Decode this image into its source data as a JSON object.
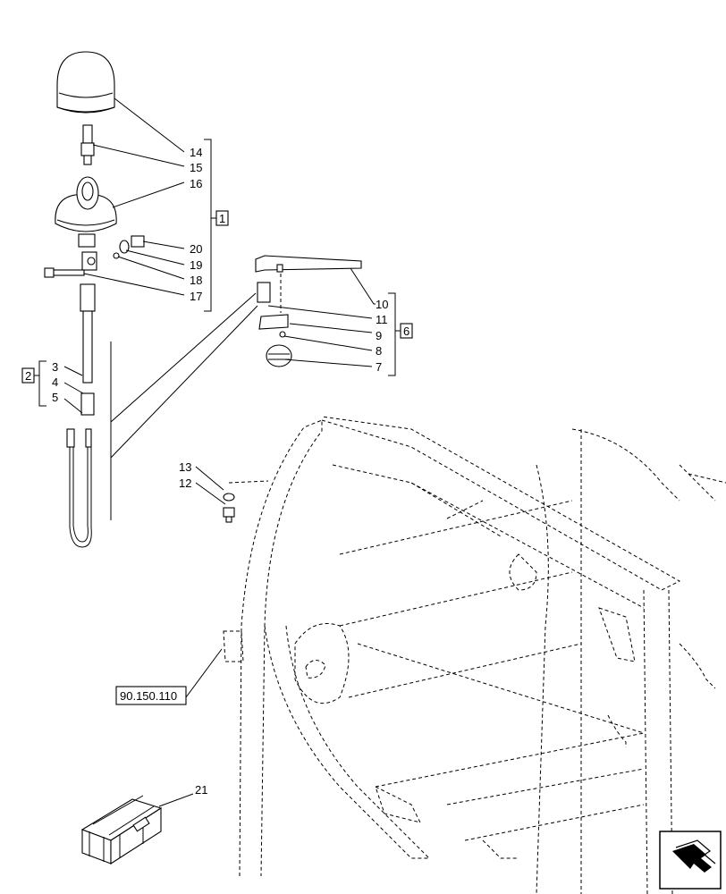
{
  "callouts": [
    "1",
    "2",
    "3",
    "4",
    "5",
    "6",
    "7",
    "8",
    "9",
    "10",
    "11",
    "12",
    "13",
    "14",
    "15",
    "16",
    "17",
    "18",
    "19",
    "20",
    "21"
  ],
  "group_box_1": "1",
  "group_box_2": "2",
  "group_box_6": "6",
  "reference_box": "90.150.110",
  "icon": "navigation-arrow-icon"
}
